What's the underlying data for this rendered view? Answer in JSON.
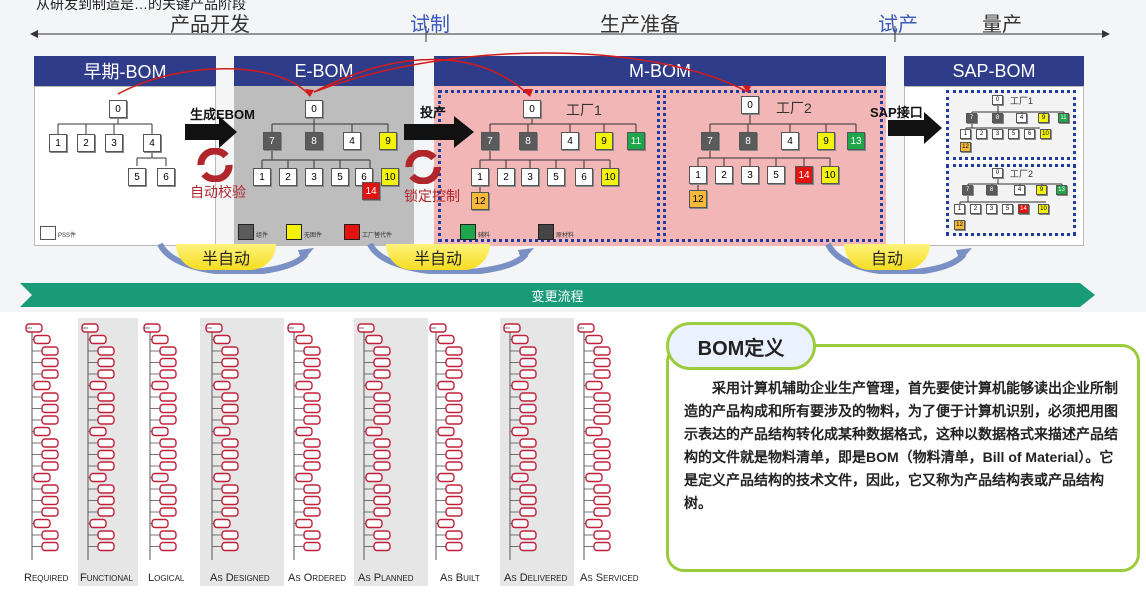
{
  "top_text": "从研发到制造是…的关键产品阶段",
  "phases": {
    "dev": "产品开发",
    "trial1": "试制",
    "prep": "生产准备",
    "trial2": "试产",
    "mass": "量产"
  },
  "headers": {
    "early": "早期-BOM",
    "ebom": "E-BOM",
    "mbom": "M-BOM",
    "sap": "SAP-BOM"
  },
  "arrows": {
    "gen_ebom": "生成EBOM",
    "put": "投产",
    "sap": "SAP接口"
  },
  "cycle": {
    "auto_check": "自动校验",
    "lock_ctrl": "锁定控制"
  },
  "factories": {
    "f1": "工厂1",
    "f2": "工厂2",
    "f1s": "工厂1",
    "f2s": "工厂2"
  },
  "legend": {
    "pss": "PSS件",
    "sub": "组件",
    "nodraw": "无图件",
    "factory_sub": "工厂替代件",
    "aux": "辅料",
    "raw": "原材料"
  },
  "semi": {
    "s1": "半自动",
    "s2": "半自动",
    "s3": "自动"
  },
  "flow": "变更流程",
  "trees": [
    "Required",
    "Functional",
    "Logical",
    "As Designed",
    "As Ordered",
    "As Planned",
    "As Built",
    "As Delivered",
    "As Serviced"
  ],
  "def": {
    "title": "BOM定义",
    "text": "采用计算机辅助企业生产管理，首先要使计算机能够读出企业所制造的产品构成和所有要涉及的物料，为了便于计算机识别，必须把用图示表达的产品结构转化成某种数据格式，这种以数据格式来描述产品结构的文件就是物料清单，即是BOM（物料清单，Bill of Material）。它是定义产品结构的技术文件，因此，它又称为产品结构表或产品结构树。"
  },
  "colors": {
    "header": "#2f3c8a",
    "flow": "#1a9b77",
    "accent": "#9ccc3d",
    "tree_red": "#c0203a"
  }
}
